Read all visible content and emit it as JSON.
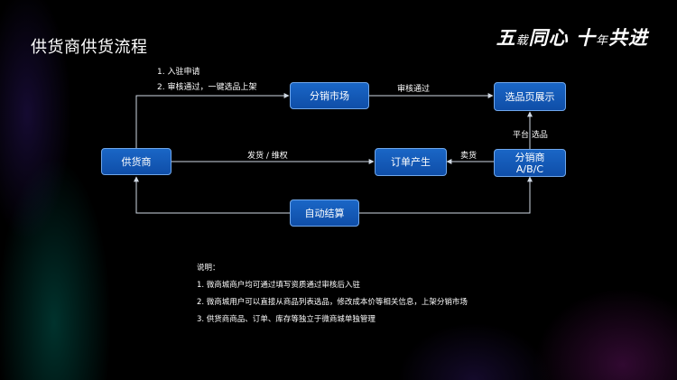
{
  "page": {
    "title": "供货商供货流程"
  },
  "logo": {
    "text_main_1": "五",
    "text_small_1": "载",
    "text_main_2": "同心",
    "text_main_3": "十",
    "text_small_2": "年",
    "text_main_4": "共进"
  },
  "nodes": {
    "supplier": "供货商",
    "distribution_market": "分销市场",
    "product_display": "选品页展示",
    "order_created": "订单产生",
    "distributor_line1": "分销商",
    "distributor_line2": "A/B/C",
    "auto_settlement": "自动结算"
  },
  "edges": {
    "step1": "1. 入驻申请",
    "step2": "2. 审核通过，一键选品上架",
    "review_passed": "审核通过",
    "ship_rights": "发货 / 维权",
    "sell": "卖货",
    "platform_select": "平台 选品"
  },
  "notes": {
    "heading": "说明：",
    "items": [
      "1.  微商城商户均可通过填写资质通过审核后入驻",
      "2.  微商城用户可以直接从商品列表选品，修改成本价等相关信息，上架分销市场",
      "3.  供货商商品、订单、库存等独立于微商城单独管理"
    ]
  }
}
